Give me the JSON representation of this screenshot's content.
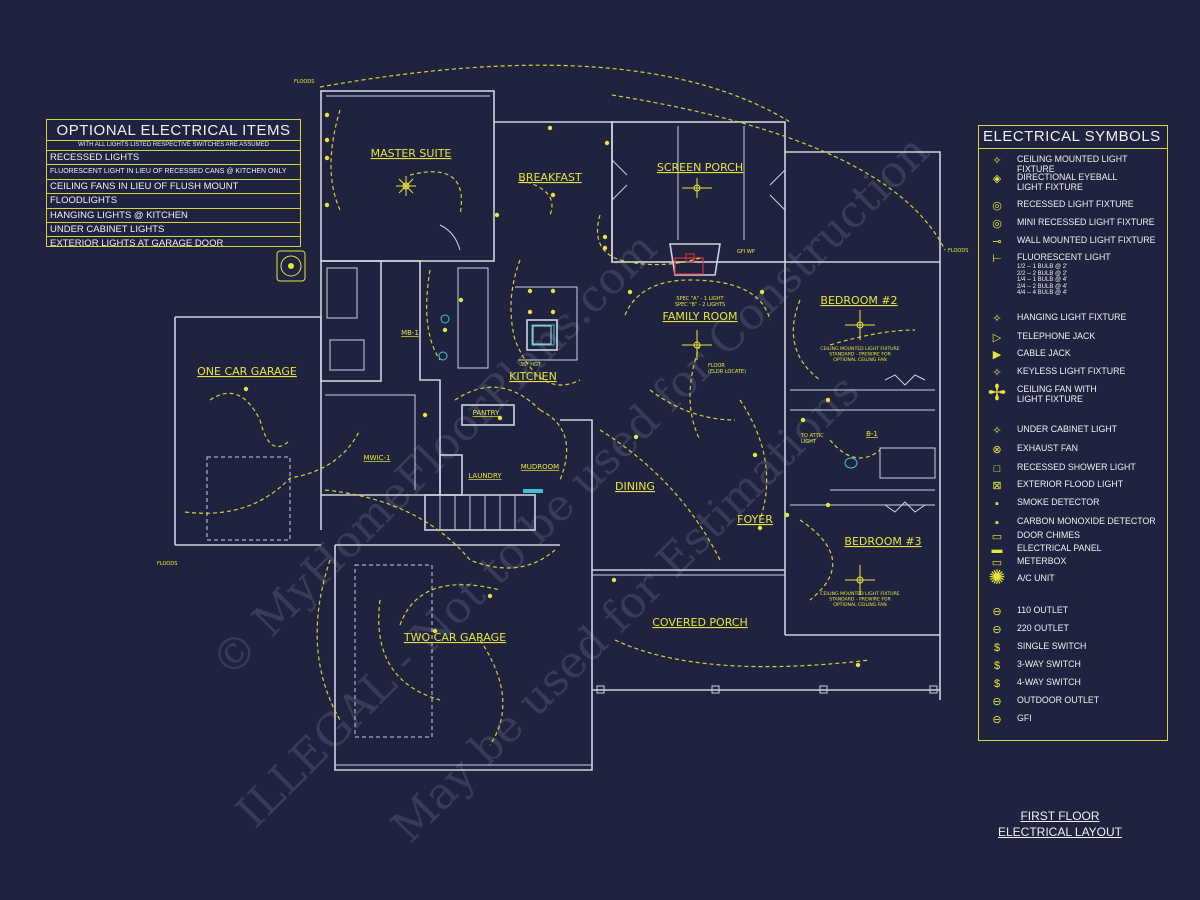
{
  "optional_items": {
    "title": "OPTIONAL ELECTRICAL ITEMS",
    "subtitle": "WITH ALL LIGHTS LISTED RESPECTIVE SWITCHES ARE ASSUMED",
    "rows": [
      "RECESSED LIGHTS",
      "FLUORESCENT LIGHT IN LIEU OF RECESSED CANS @ KITCHEN ONLY",
      "CEILING FANS IN LIEU OF FLUSH MOUNT",
      "FLOODLIGHTS",
      "HANGING LIGHTS @ KITCHEN",
      "UNDER CABINET LIGHTS",
      "EXTERIOR LIGHTS AT GARAGE DOOR"
    ]
  },
  "symbols": {
    "title": "ELECTRICAL SYMBOLS",
    "items": [
      {
        "icon": "ceiling-light-icon",
        "glyph": "✧",
        "label": "CEILING MOUNTED LIGHT FIXTURE"
      },
      {
        "icon": "eyeball-light-icon",
        "glyph": "◈",
        "label": "DIRECTIONAL EYEBALL\nLIGHT FIXTURE"
      },
      {
        "icon": "recessed-light-icon",
        "glyph": "◎",
        "label": "RECESSED LIGHT FIXTURE"
      },
      {
        "icon": "mini-recessed-light-icon",
        "glyph": "◎",
        "label": "MINI RECESSED LIGHT FIXTURE"
      },
      {
        "icon": "wall-light-icon",
        "glyph": "⊸",
        "label": "WALL MOUNTED LIGHT FIXTURE"
      },
      {
        "icon": "fluorescent-light-icon",
        "glyph": "⊢",
        "label": "FLUORESCENT LIGHT",
        "notes": "1/2 -- 1 BULB @ 2'\n2/2 -- 2 BULB @ 2'\n1/4 -- 1 BULB @ 4'\n2/4 -- 2 BULB @ 4'\n4/4 -- 4 BULB @ 4'"
      },
      {
        "icon": "hanging-light-icon",
        "glyph": "✧",
        "label": "HANGING LIGHT FIXTURE"
      },
      {
        "icon": "telephone-jack-icon",
        "glyph": "▷",
        "label": "TELEPHONE JACK"
      },
      {
        "icon": "cable-jack-icon",
        "glyph": "▶",
        "label": "CABLE JACK"
      },
      {
        "icon": "keyless-light-icon",
        "glyph": "✧",
        "label": "KEYLESS LIGHT FIXTURE"
      },
      {
        "icon": "ceiling-fan-icon",
        "glyph": "✢",
        "label": "CEILING FAN WITH\nLIGHT FIXTURE"
      },
      {
        "icon": "under-cabinet-light-icon",
        "glyph": "✧",
        "label": "UNDER CABINET LIGHT"
      },
      {
        "icon": "exhaust-fan-icon",
        "glyph": "⊗",
        "label": "EXHAUST FAN"
      },
      {
        "icon": "recessed-shower-light-icon",
        "glyph": "□",
        "label": "RECESSED SHOWER LIGHT"
      },
      {
        "icon": "exterior-flood-light-icon",
        "glyph": "⊠",
        "label": "EXTERIOR FLOOD LIGHT"
      },
      {
        "icon": "smoke-detector-icon",
        "glyph": "▪",
        "label": "SMOKE DETECTOR"
      },
      {
        "icon": "co-detector-icon",
        "glyph": "▪",
        "label": "CARBON MONOXIDE DETECTOR"
      },
      {
        "icon": "door-chimes-icon",
        "glyph": "▭",
        "label": "DOOR CHIMES"
      },
      {
        "icon": "electrical-panel-icon",
        "glyph": "▬",
        "label": "ELECTRICAL PANEL"
      },
      {
        "icon": "meterbox-icon",
        "glyph": "▭",
        "label": "METERBOX"
      },
      {
        "icon": "ac-unit-icon",
        "glyph": "✺",
        "label": "A/C UNIT"
      },
      {
        "icon": "outlet-110-icon",
        "glyph": "⊖",
        "label": "110 OUTLET"
      },
      {
        "icon": "outlet-220-icon",
        "glyph": "⊖",
        "label": "220 OUTLET"
      },
      {
        "icon": "single-switch-icon",
        "glyph": "$",
        "label": "SINGLE SWITCH"
      },
      {
        "icon": "three-way-switch-icon",
        "glyph": "$",
        "label": "3-WAY SWITCH"
      },
      {
        "icon": "four-way-switch-icon",
        "glyph": "$",
        "label": "4-WAY SWITCH"
      },
      {
        "icon": "outdoor-outlet-icon",
        "glyph": "⊖",
        "label": "OUTDOOR OUTLET"
      },
      {
        "icon": "gfi-icon",
        "glyph": "⊖",
        "label": "GFI"
      }
    ]
  },
  "rooms": {
    "master_suite": "MASTER SUITE",
    "breakfast": "BREAKFAST",
    "screen_porch": "SCREEN PORCH",
    "bedroom2": "BEDROOM #2",
    "family_room": "FAMILY ROOM",
    "kitchen": "KITCHEN",
    "pantry": "PANTRY",
    "laundry": "LAUNDRY",
    "mudroom": "MUDROOM",
    "one_car_garage": "ONE CAR GARAGE",
    "two_car_garage": "TWO CAR GARAGE",
    "dining": "DINING",
    "foyer": "FOYER",
    "bedroom3": "BEDROOM #3",
    "covered_porch": "COVERED PORCH",
    "mb1": "MB-1",
    "mwic1": "MWIC-1",
    "b1": "B-1"
  },
  "notes": {
    "floods_nw": "FLOODS",
    "floods_ne": "FLOODS",
    "floods_sw": "FLOODS",
    "fan_note_b2": "CEILING MOUNTED LIGHT FIXTURE\nSTANDARD - PREWIRE FOR\nOPTIONAL CEILING FAN",
    "fan_note_b3": "CEILING MOUNTED LIGHT FIXTURE\nSTANDARD - PREWIRE FOR\nOPTIONAL CEILING FAN",
    "fireplace_spec": "SPEC \"A\" - 1 LIGHT\nSPEC \"B\" - 2 LIGHTS",
    "floor_outlet": "FLOOR\n(ELDR LOCATE)",
    "kitchen_hgt": "36\" HGT",
    "attic": "TO ATTIC\nLIGHT",
    "gfi_wp": "GFI WP"
  },
  "watermarks": [
    "© MyHomeFloorPlans.com",
    "ILLEGAL - Not to be used for Construction",
    "May be used for Estimations"
  ],
  "footer": {
    "line1": "FIRST FLOOR",
    "line2": "ELECTRICAL LAYOUT"
  },
  "colors": {
    "background": "#1f2340",
    "linework": "#cfd2dc",
    "electrical": "#e8e53a"
  }
}
